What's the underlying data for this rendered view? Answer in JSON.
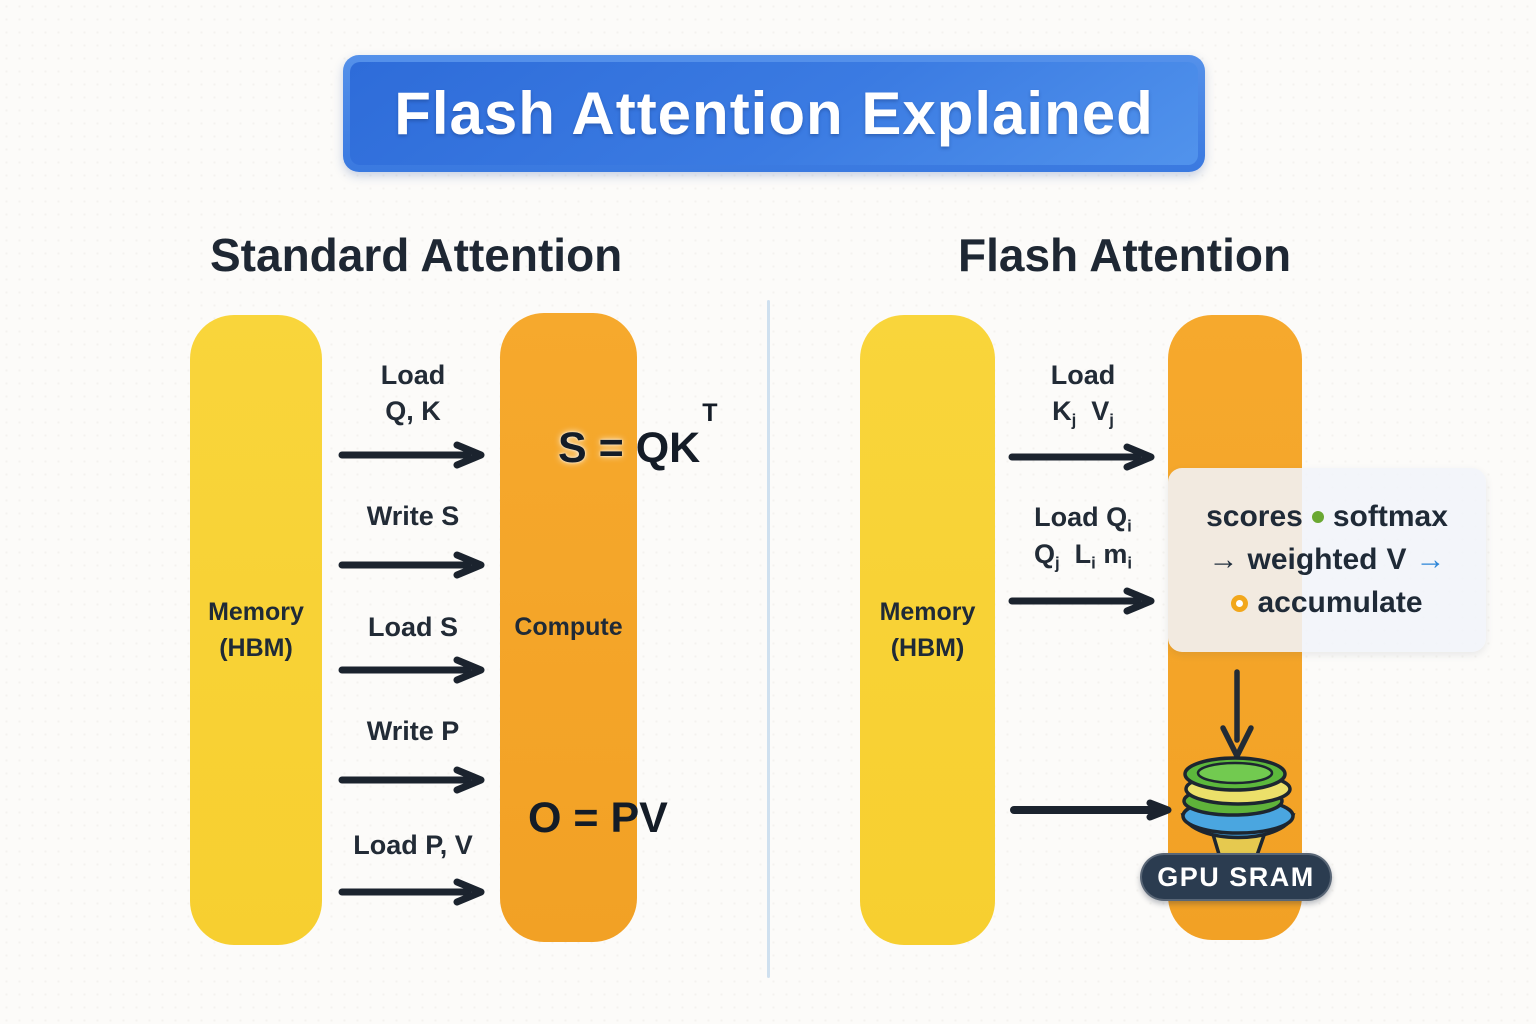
{
  "title": {
    "text": "Flash Attention Explained"
  },
  "left": {
    "heading": "Standard Attention",
    "memory": {
      "line1": "Memory",
      "line2": "(HBM)"
    },
    "compute_label": "Compute",
    "formula_s": {
      "lhs": "S = ",
      "rhs": "QK",
      "sup": "T"
    },
    "formula_o": {
      "text": "O = PV"
    },
    "flows": [
      {
        "line1": "Load",
        "line2": "Q, K"
      },
      {
        "line1": "Write S"
      },
      {
        "line1": "Load S"
      },
      {
        "line1": "Write P"
      },
      {
        "line1": "Load P, V"
      }
    ]
  },
  "right": {
    "heading": "Flash Attention",
    "memory": {
      "line1": "Memory",
      "line2": "(HBM)"
    },
    "flow1": {
      "line1": "Load",
      "k": "K",
      "k_sub": "j",
      "v": "V",
      "v_sub": "j"
    },
    "flow2": {
      "l1": "Load Q",
      "l1_sub": "i",
      "q": "Q",
      "q_sub": "j",
      "l": "L",
      "l_sub": "i",
      "m": "m",
      "m_sub": "i"
    },
    "scores_box": {
      "word_scores": "scores",
      "word_softmax": "softmax",
      "word_weighted": "weighted",
      "word_v": "V",
      "word_accumulate": "accumulate",
      "arrow_glyph": "→"
    },
    "badge": "GPU SRAM"
  },
  "icons": {
    "green_bullet": "green-dot",
    "orange_ring": "accumulate-ring",
    "funnel": "gpu-sram-stack"
  },
  "colors": {
    "banner_top": "#2e6cd9",
    "banner_bottom": "#5193ec",
    "memory_yellow": "#f8d234",
    "compute_orange": "#f5a72a",
    "text_dark": "#1f2a37",
    "badge_navy": "#2b3c50",
    "divider_blue": "#cfe0ef",
    "green_dot": "#6aa832",
    "orange_ring": "#f2a71b",
    "blue_arrow": "#2e86d8"
  }
}
